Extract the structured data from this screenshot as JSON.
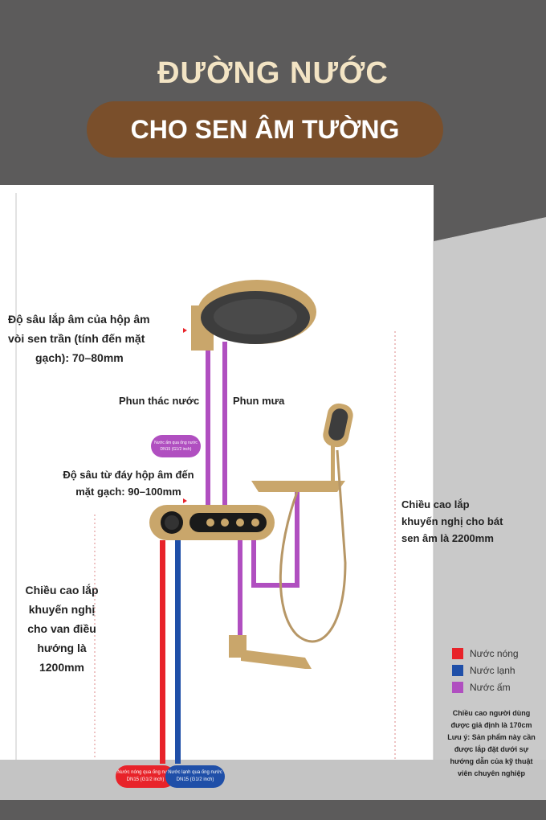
{
  "header": {
    "title_line1": "ĐƯỜNG NƯỚC",
    "title_line2": "CHO SEN ÂM TƯỜNG"
  },
  "labels": {
    "ceiling_depth": [
      "Độ sâu lắp âm của hộp âm",
      "vòi sen trần (tính đến mặt",
      "gạch): 70–80mm"
    ],
    "waterfall": "Phun thác nước",
    "rain": "Phun mưa",
    "box_depth": [
      "Độ sâu từ đáy hộp âm đến",
      "mặt gạch: 90–100mm"
    ],
    "shower_height": [
      "Chiều cao lắp",
      "khuyến nghị cho bát",
      "sen âm là 2200mm"
    ],
    "valve_height": [
      "Chiều cao lắp",
      "khuyến nghị",
      "cho van điều",
      "hướng là",
      "1200mm"
    ]
  },
  "mini_badge": "Nước ấm qua ống nước DN15 (G1/2 inch)",
  "badges": {
    "hot": "Nước nóng qua ống nước DN15 (G1/2 inch)",
    "cold": "Nước lạnh qua ống nước DN15 (G1/2 inch)"
  },
  "legend": [
    {
      "label": "Nước nóng",
      "color": "#e8232a"
    },
    {
      "label": "Nước lạnh",
      "color": "#1f4fa8"
    },
    {
      "label": "Nước ấm",
      "color": "#b04fc0"
    }
  ],
  "note": [
    "Chiều cao người dùng",
    "được giả định là 170cm",
    "Lưu ý: Sản phẩm này cần",
    "được lắp đặt dưới sự",
    "hướng dẫn của kỹ thuật",
    "viên chuyên nghiệp"
  ],
  "colors": {
    "hot": "#e8232a",
    "cold": "#1f4fa8",
    "warm": "#b04fc0",
    "gold": "#c9a66b",
    "pill": "#7a4f2b"
  }
}
